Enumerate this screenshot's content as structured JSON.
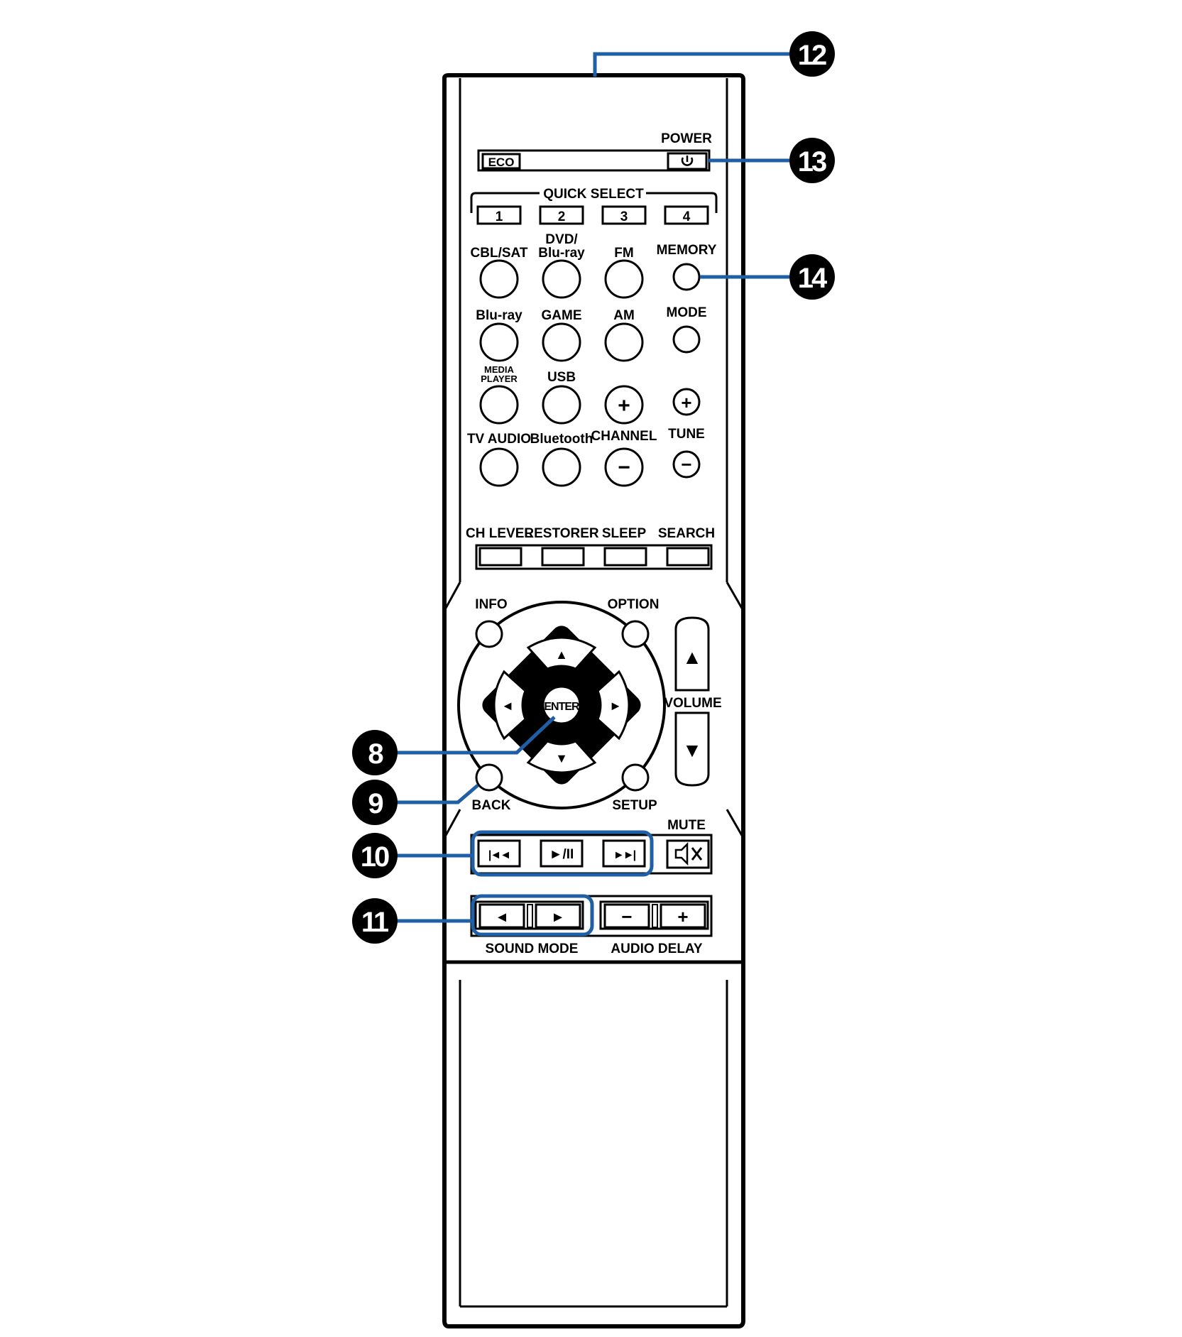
{
  "callouts": [
    {
      "num": "12",
      "target": "ir-window"
    },
    {
      "num": "13",
      "target": "power-button"
    },
    {
      "num": "14",
      "target": "memory-button"
    },
    {
      "num": "8",
      "target": "enter-button"
    },
    {
      "num": "9",
      "target": "back-button"
    },
    {
      "num": "10",
      "target": "playback-buttons"
    },
    {
      "num": "11",
      "target": "sound-mode-buttons"
    }
  ],
  "top": {
    "power_label": "POWER",
    "power_icon": "power-icon",
    "eco_label": "ECO"
  },
  "quick_select": {
    "label": "QUICK SELECT",
    "buttons": [
      "1",
      "2",
      "3",
      "4"
    ]
  },
  "sources": {
    "row1": [
      "CBL/SAT",
      "DVD/",
      "Blu-ray",
      "FM",
      "MEMORY"
    ],
    "row2": [
      "Blu-ray",
      "GAME",
      "AM",
      "MODE"
    ],
    "row3": [
      "MEDIA",
      "PLAYER",
      "USB"
    ],
    "row4": [
      "TV AUDIO",
      "Bluetooth",
      "CHANNEL",
      "TUNE"
    ],
    "plus": "+",
    "minus": "−"
  },
  "function_row": [
    "CH LEVEL",
    "RESTORER",
    "SLEEP",
    "SEARCH"
  ],
  "nav": {
    "info": "INFO",
    "option": "OPTION",
    "back": "BACK",
    "setup": "SETUP",
    "enter": "ENTER",
    "up": "▲",
    "down": "▼",
    "left": "◄",
    "right": "►"
  },
  "volume": {
    "label": "VOLUME",
    "up": "▲",
    "down": "▼"
  },
  "transport": {
    "mute_label": "MUTE",
    "prev": "|◄◄",
    "play_pause": "►/II",
    "next": "►►|",
    "mute_icon": "mute-icon"
  },
  "sound_mode": {
    "label": "SOUND MODE",
    "left": "◄",
    "right": "►"
  },
  "audio_delay": {
    "label": "AUDIO DELAY",
    "minus": "−",
    "plus": "+"
  },
  "colors": {
    "callout_line": "#1f5fa6",
    "callout_circle": "#000000",
    "outline": "#000000"
  }
}
